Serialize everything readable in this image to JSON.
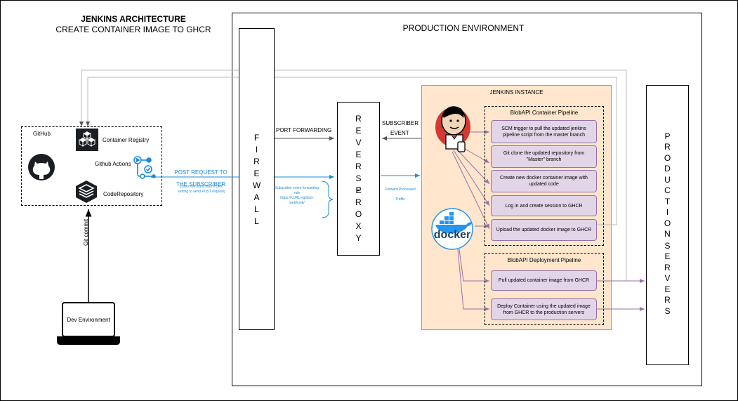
{
  "title": {
    "line1": "JENKINS ARCHITECTURE",
    "line2": "CREATE CONTAINER IMAGE TO GHCR"
  },
  "production": {
    "label": "PRODUCTION ENVIRONMENT"
  },
  "github": {
    "label": "GitHub",
    "container_registry": "Container Registry",
    "actions": "Github Actions",
    "code_repository": "CodeRepository"
  },
  "firewall": {
    "letters": [
      "F",
      "I",
      "R",
      "E",
      "W",
      "A",
      "L",
      "L"
    ]
  },
  "reverse_proxy": {
    "letters_reverse": [
      "R",
      "E",
      "V",
      "E",
      "R",
      "S",
      "E"
    ],
    "letters_proxy": [
      "P",
      "R",
      "O",
      "X",
      "Y"
    ]
  },
  "servers": {
    "letters_production": [
      "P",
      "R",
      "O",
      "D",
      "U",
      "C",
      "T",
      "I",
      "O",
      "N"
    ],
    "letters_servers": [
      "S",
      "E",
      "R",
      "V",
      "E",
      "R",
      "S"
    ]
  },
  "edges": {
    "post_request_1": "POST REQUEST TO",
    "post_request_2": "THE SUBSCRIBER",
    "post_request_note_1": "(Uses the subscriber's URL",
    "post_request_note_2": "setting to send POST request)",
    "port_forwarding": "PORT FORWARDING",
    "subscriber_event_1": "SUBSCRIBER",
    "subscriber_event_2": "EVENT",
    "forwarding_rule_1": "Subscriber event forwarding",
    "forwarding_rule_2": "rule",
    "forwarding_rule_3": "https://<URL>/github-",
    "forwarding_rule_4": "webhook/",
    "forward_processed_1": "Forward Processed",
    "forward_processed_2": "Traffic",
    "git_commit": "Git commit"
  },
  "jenkins": {
    "label": "JENKINS INSTANCE",
    "container_pipeline": {
      "title": "BlobAPI Container Pipeline",
      "steps": [
        "SCM trigger to pull the updated jenkins pipeline script from the master branch",
        "Git clone the updated repository from \"Master\" branch",
        "Create new docker container image with updated code",
        "Log in and create session to GHCR",
        "Upload the updated docker image to GHCR"
      ]
    },
    "deployment_pipeline": {
      "title": "BlobAPI Deployment Pipeline",
      "steps": [
        "Pull updated container image from GHCR",
        "Deploy Container using the updated image from GHCR to the production servers"
      ]
    },
    "docker_logo": "docker"
  },
  "dev": {
    "label": "Dev Environment"
  },
  "colors": {
    "jenkins_fill": "#ffe6cc",
    "jenkins_border": "#d79b00",
    "step_fill": "#e1d5e7",
    "step_border": "#9673a6",
    "blue_arrow": "#1a8cd8",
    "docker_blue": "#2496ed"
  }
}
